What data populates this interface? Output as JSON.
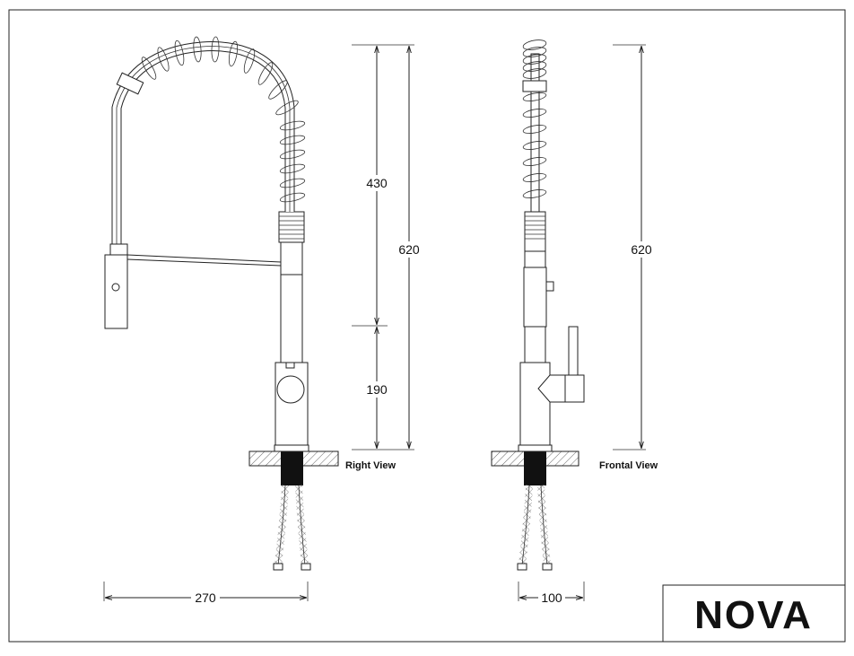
{
  "brand": {
    "name": "NOVA"
  },
  "views": {
    "right": "Right View",
    "front": "Frontal View"
  },
  "dimensions": {
    "spout_height": "430",
    "body_height": "190",
    "total_height_right": "620",
    "total_height_front": "620",
    "width_right": "270",
    "width_front": "100"
  }
}
